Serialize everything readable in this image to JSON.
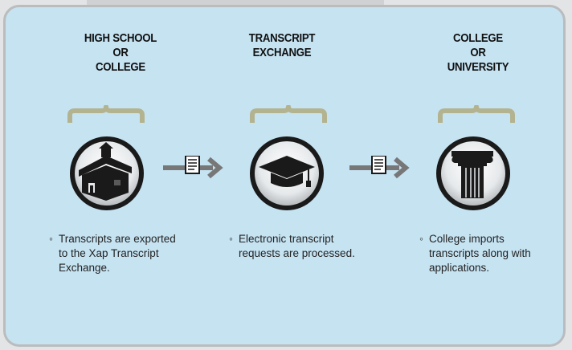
{
  "steps": [
    {
      "heading_lines": [
        "HIGH SCHOOL",
        "OR",
        "COLLEGE"
      ],
      "icon": "schoolhouse-icon",
      "description": "Transcripts are exported to the Xap Transcript Exchange."
    },
    {
      "heading_lines": [
        "TRANSCRIPT",
        "EXCHANGE"
      ],
      "icon": "graduation-cap-icon",
      "description": "Electronic transcript requests are processed."
    },
    {
      "heading_lines": [
        "COLLEGE",
        "OR",
        "UNIVERSITY"
      ],
      "icon": "column-icon",
      "description": "College imports transcripts along with applications."
    }
  ],
  "bullet": "◦",
  "colors": {
    "panel_background": "#c6e3f2",
    "panel_border": "#babcbd",
    "brace": "#b3b38f",
    "arrow": "#777777",
    "icon_body": "#1a1a1a"
  }
}
